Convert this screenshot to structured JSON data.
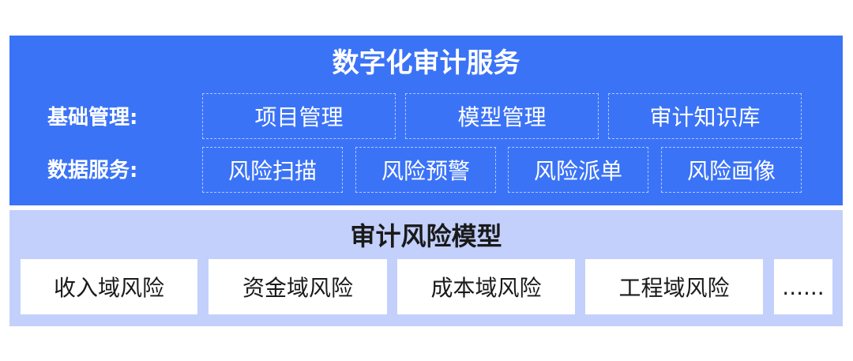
{
  "service": {
    "title": "数字化审计服务",
    "basic_label": "基础管理:",
    "basic_items": [
      "项目管理",
      "模型管理",
      "审计知识库"
    ],
    "data_label": "数据服务:",
    "data_items": [
      "风险扫描",
      "风险预警",
      "风险派单",
      "风险画像"
    ]
  },
  "model": {
    "title": "审计风险模型",
    "items": [
      "收入域风险",
      "资金域风险",
      "成本域风险",
      "工程域风险",
      "......"
    ]
  },
  "colors": {
    "service_bg": "#3b73f7",
    "model_bg": "#c3d0fb"
  }
}
